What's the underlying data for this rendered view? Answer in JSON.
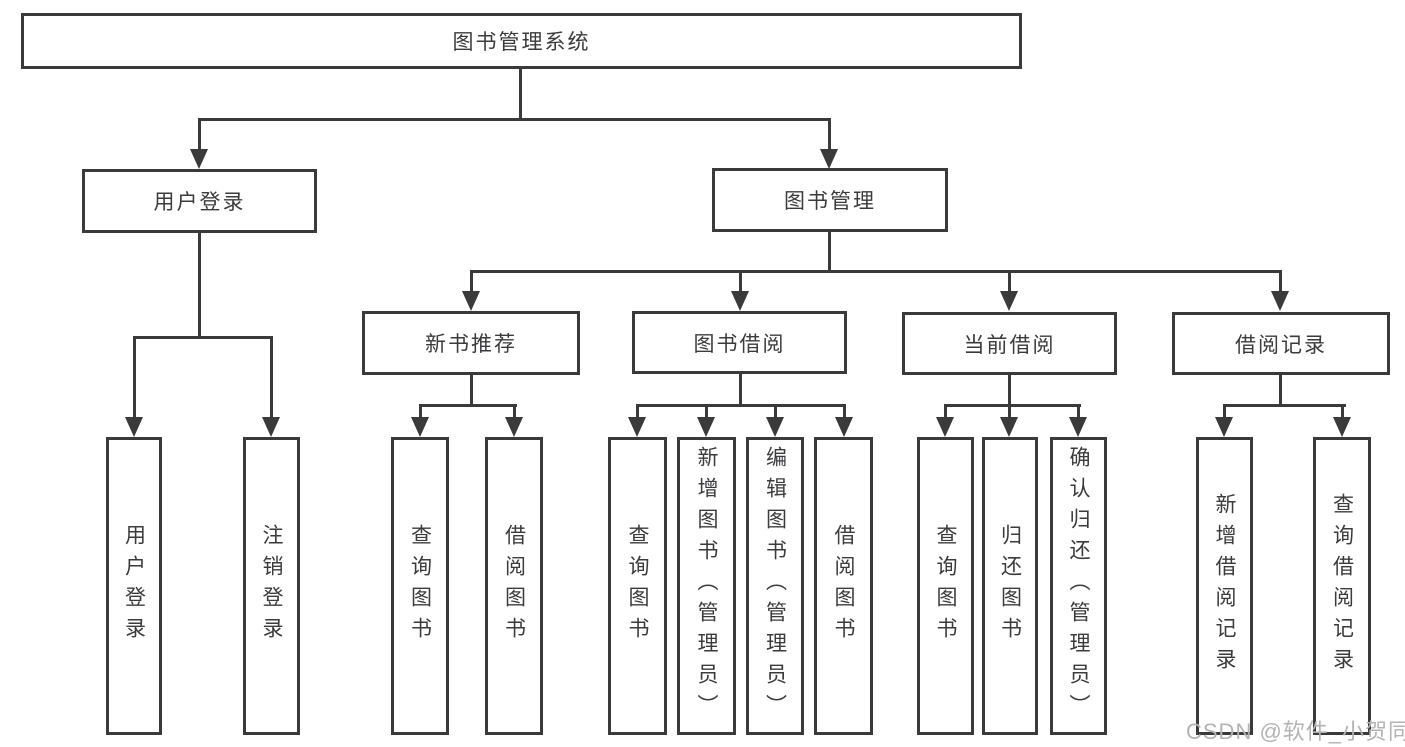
{
  "tree": {
    "root": "图书管理系统",
    "level2": [
      "用户登录",
      "图书管理"
    ],
    "level3": [
      "新书推荐",
      "图书借阅",
      "当前借阅",
      "借阅记录"
    ],
    "leaves_user_login": [
      "用户登录",
      "注销登录"
    ],
    "leaves_new_book": [
      "查询图书",
      "借阅图书"
    ],
    "leaves_book_borrow": [
      "查询图书",
      "新增图书（管理员）",
      "编辑图书（管理员）",
      "借阅图书"
    ],
    "leaves_current_borrow": [
      "查询图书",
      "归还图书",
      "确认归还（管理员）"
    ],
    "leaves_borrow_record": [
      "新增借阅记录",
      "查询借阅记录"
    ]
  },
  "watermark": {
    "text": "CSDN @软件_小贺同学"
  },
  "colors": {
    "line": "#3a3a3a",
    "text": "#3b3b3d",
    "watermark": "#b3b3b3",
    "background": "#ffffff"
  }
}
